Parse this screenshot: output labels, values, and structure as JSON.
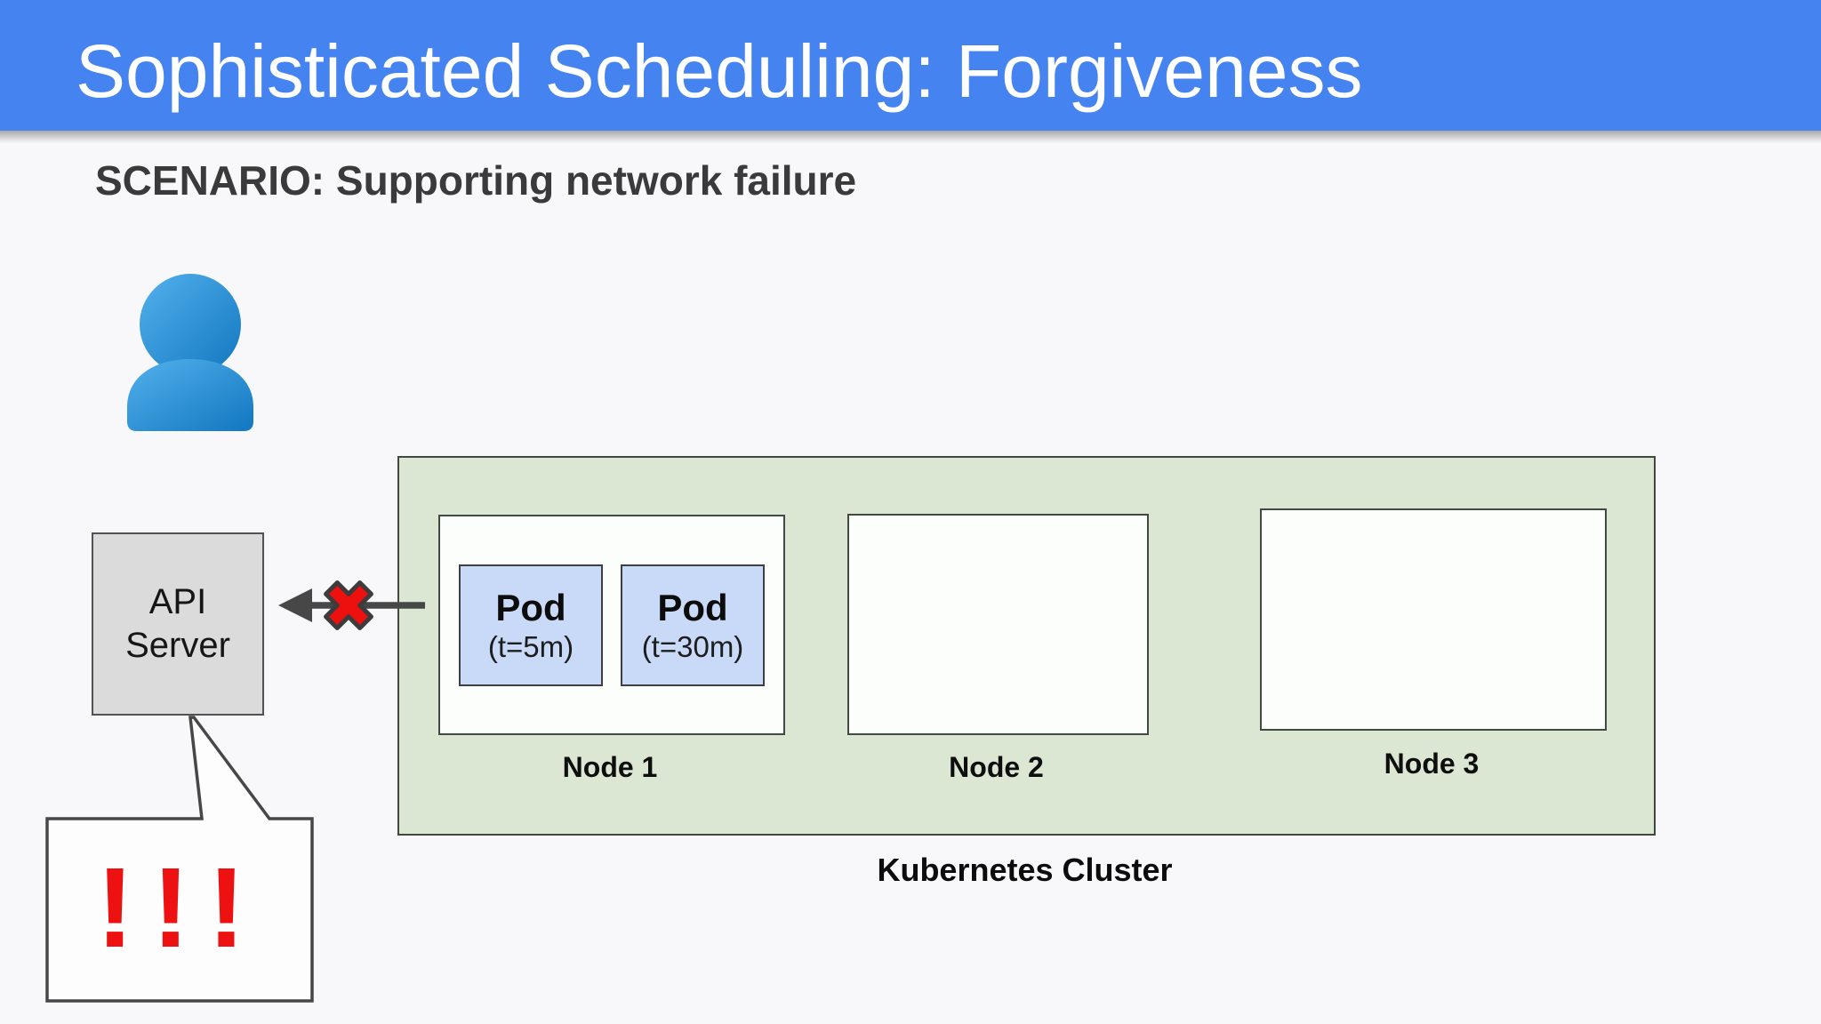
{
  "header": {
    "title": "Sophisticated Scheduling: Forgiveness",
    "bg_color": "#4483f0",
    "text_color": "#ffffff"
  },
  "scenario": {
    "heading": "SCENARIO: Supporting network failure"
  },
  "api_server": {
    "line1": "API",
    "line2": "Server"
  },
  "connection": {
    "status": "broken",
    "arrow_color": "#474747",
    "x_color": "#ee0f0f"
  },
  "cluster": {
    "label": "Kubernetes Cluster",
    "fill_color": "#dbe7d2",
    "nodes": [
      {
        "label": "Node 1",
        "pods": [
          {
            "name": "Pod",
            "time": "(t=5m)"
          },
          {
            "name": "Pod",
            "time": "(t=30m)"
          }
        ]
      },
      {
        "label": "Node 2",
        "pods": []
      },
      {
        "label": "Node 3",
        "pods": []
      }
    ]
  },
  "alert": {
    "text": "!!!",
    "color": "#ee1111"
  }
}
